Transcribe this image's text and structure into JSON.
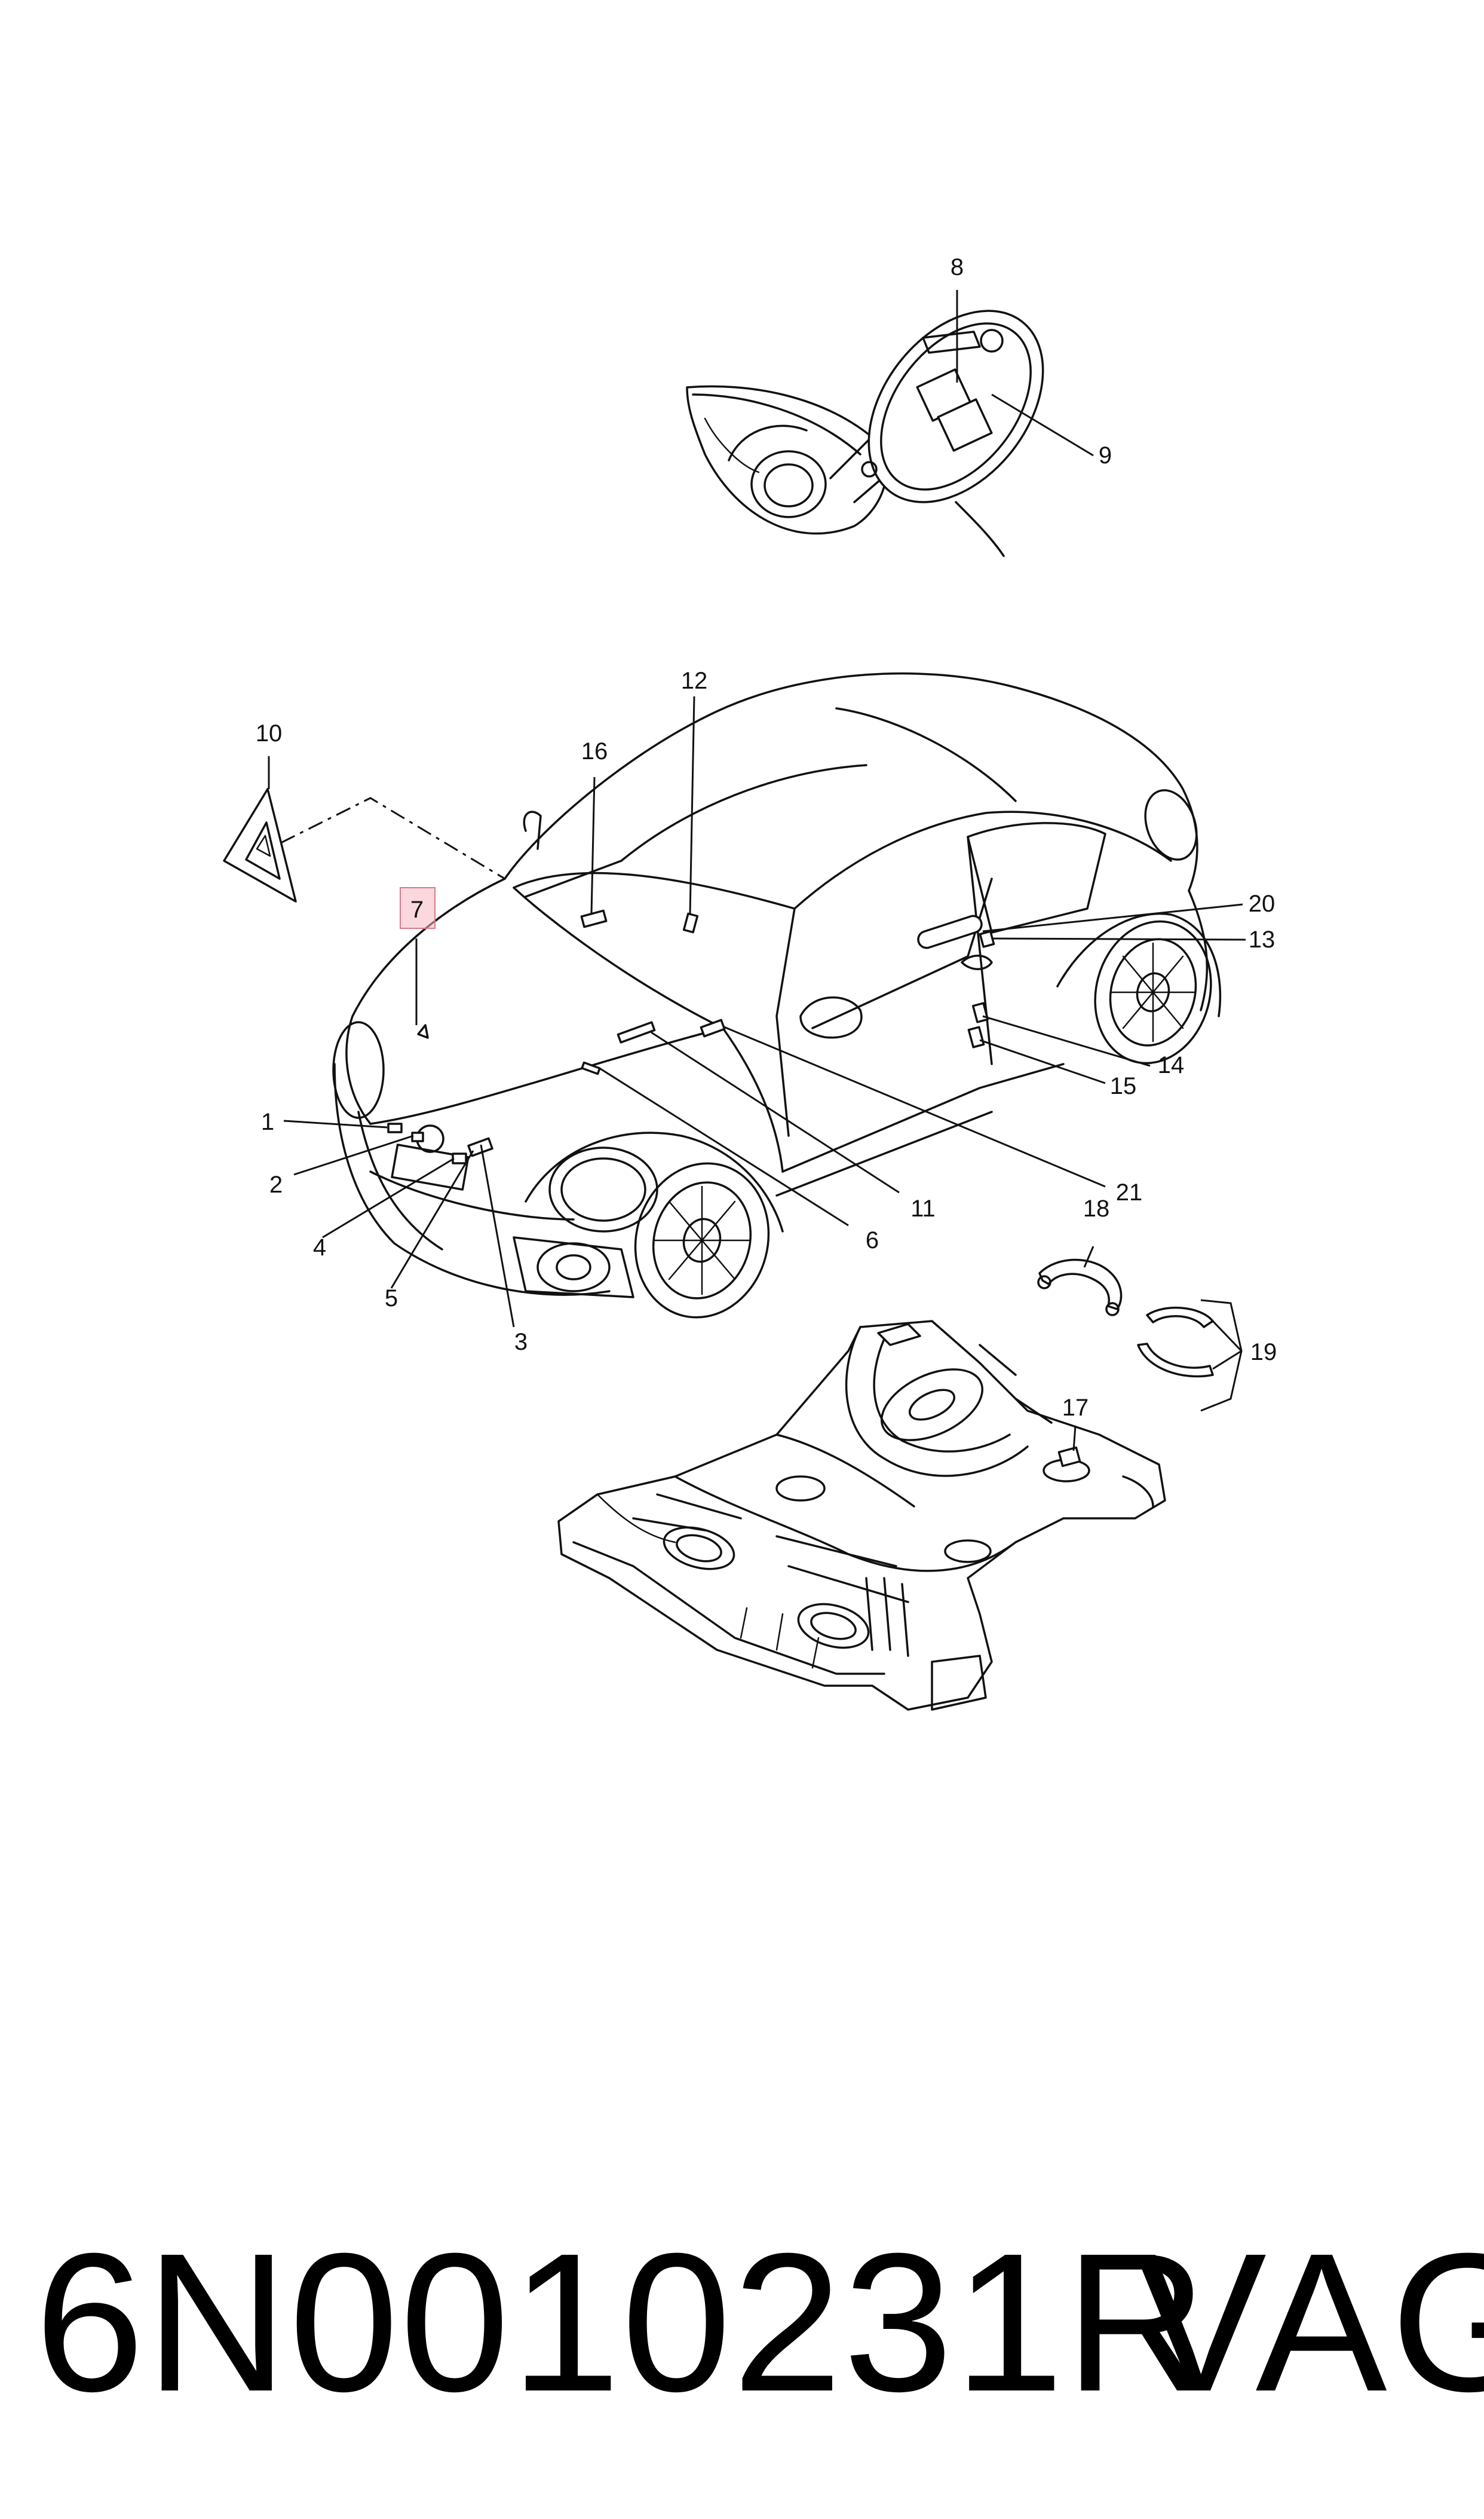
{
  "callouts": {
    "c1": "1",
    "c2": "2",
    "c3": "3",
    "c4": "4",
    "c5": "5",
    "c6": "6",
    "c7": "7",
    "c8": "8",
    "c9": "9",
    "c10": "10",
    "c11": "11",
    "c12": "12",
    "c13": "13",
    "c14": "14",
    "c15": "15",
    "c16": "16",
    "c17": "17",
    "c18": "18",
    "c19": "19",
    "c20": "20",
    "c21": "21"
  },
  "highlight": {
    "callout": "7",
    "color": "#f5b8c2"
  },
  "footer": {
    "part_number": "6N0010231R",
    "brand": "VAG"
  }
}
